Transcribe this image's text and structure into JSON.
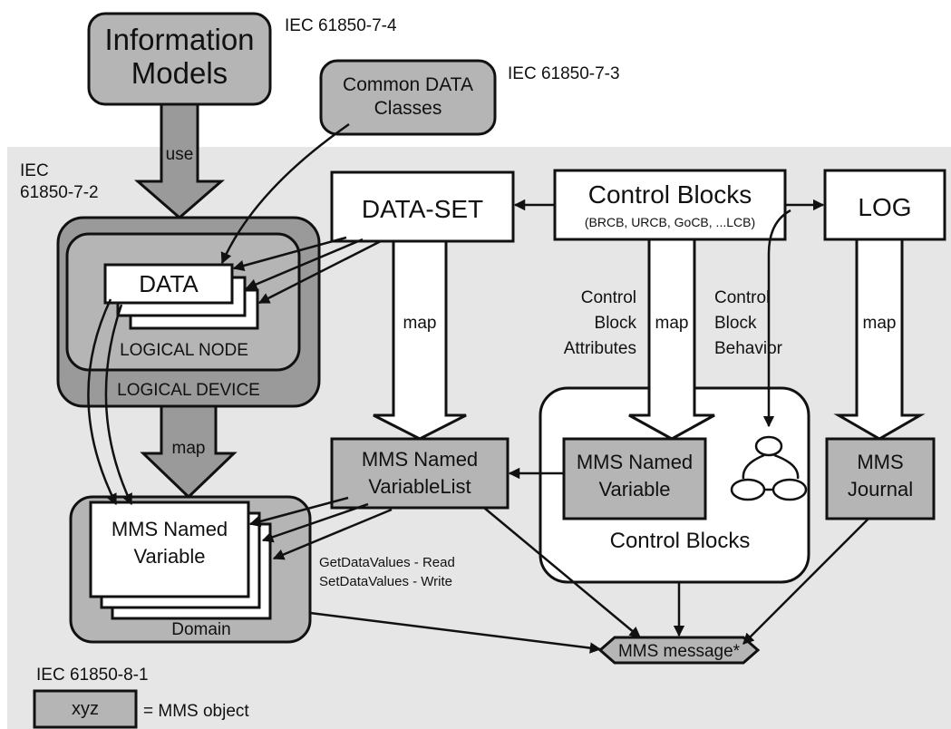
{
  "labels": {
    "iec_7_4": "IEC 61850-7-4",
    "iec_7_3": "IEC 61850-7-3",
    "iec_7_2_line1": "IEC",
    "iec_7_2_line2": "61850-7-2",
    "iec_8_1": "IEC 61850-8-1",
    "legend_box": "xyz",
    "legend_text": "= MMS object"
  },
  "boxes": {
    "information_models_line1": "Information",
    "information_models_line2": "Models",
    "common_data_classes_line1": "Common DATA",
    "common_data_classes_line2": "Classes",
    "data_set": "DATA-SET",
    "control_blocks_title": "Control Blocks",
    "control_blocks_sub": "(BRCB, URCB, GoCB, ...LCB)",
    "log": "LOG",
    "data": "DATA",
    "logical_node": "LOGICAL NODE",
    "logical_device": "LOGICAL DEVICE",
    "mms_named_variable_list_line1": "MMS Named",
    "mms_named_variable_list_line2": "VariableList",
    "mms_named_variable_cb_line1": "MMS Named",
    "mms_named_variable_cb_line2": "Variable",
    "control_blocks_region": "Control Blocks",
    "mms_journal_line1": "MMS",
    "mms_journal_line2": "Journal",
    "mms_named_variable_domain_line1": "MMS Named",
    "mms_named_variable_domain_line2": "Variable",
    "domain": "Domain",
    "mms_message": "MMS message*"
  },
  "arrow_labels": {
    "use": "use",
    "map_dataset": "map",
    "map_cb": "map",
    "map_log": "map",
    "map_ld": "map",
    "cb_attributes_line1": "Control",
    "cb_attributes_line2": "Block",
    "cb_attributes_line3": "Attributes",
    "cb_behavior_line1": "Control",
    "cb_behavior_line2": "Block",
    "cb_behavior_line3": "Behavior",
    "get_data_values": "GetDataValues - Read",
    "set_data_values": "SetDataValues - Write"
  },
  "colors": {
    "background_region": "#e6e6e6",
    "dark_gray": "#9a9a9a",
    "mid_gray": "#b5b5b5",
    "light_gray": "#cccccc",
    "white": "#ffffff"
  }
}
